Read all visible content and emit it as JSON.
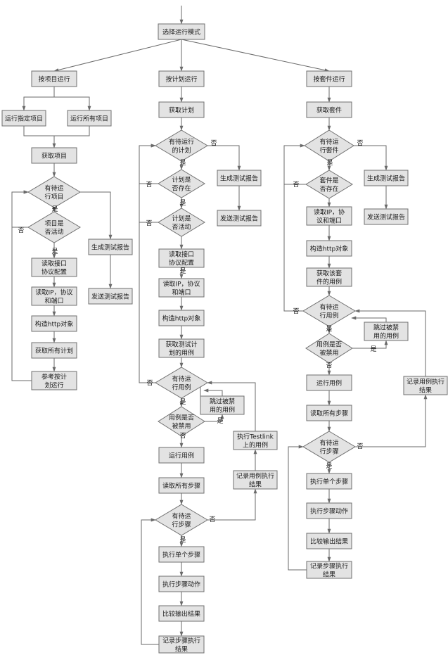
{
  "flowchart": {
    "nodes": {
      "select_mode": [
        "选择运行模式"
      ],
      "by_project": [
        "按项目运行"
      ],
      "by_plan": [
        "按计划运行"
      ],
      "by_suite": [
        "按套件运行"
      ],
      "run_specified_project": [
        "运行指定项目"
      ],
      "run_all_projects": [
        "运行所有项目"
      ],
      "get_project": [
        "获取项目"
      ],
      "has_pending_project": [
        "有待运",
        "行项目"
      ],
      "project_active": [
        "项目是",
        "否活动"
      ],
      "p_read_interface": [
        "读取接口",
        "协议配置"
      ],
      "p_read_ip": [
        "读取IP，协议",
        "和端口"
      ],
      "p_build_http": [
        "构造http对象"
      ],
      "p_get_all_plans": [
        "获取所有计划"
      ],
      "p_run_by_plan": [
        "参考按计",
        "划运行"
      ],
      "p_gen_report": [
        "生成测试报告"
      ],
      "p_send_report": [
        "发送测试报告"
      ],
      "get_plan": [
        "获取计划"
      ],
      "has_pending_plan": [
        "有待运行",
        "的计划"
      ],
      "plan_exists": [
        "计划是",
        "否存在"
      ],
      "plan_active": [
        "计划是",
        "否活动"
      ],
      "m_read_interface": [
        "读取接口",
        "协议配置"
      ],
      "m_read_ip": [
        "读取IP，协议",
        "和端口"
      ],
      "m_build_http": [
        "构造http对象"
      ],
      "m_get_plan_cases": [
        "获取测试计",
        "划的用例"
      ],
      "m_has_pending_case": [
        "有待运",
        "行用例"
      ],
      "m_case_disabled": [
        "用例是否",
        "被禁用"
      ],
      "m_skip_disabled": [
        "跳过被禁",
        "用的用例"
      ],
      "m_run_case": [
        "运行用例"
      ],
      "m_read_all_steps": [
        "读取所有步骤"
      ],
      "m_has_pending_step": [
        "有待运",
        "行步骤"
      ],
      "m_exec_single_step": [
        "执行单个步骤"
      ],
      "m_exec_step_action": [
        "执行步骤动作"
      ],
      "m_compare_output": [
        "比较输出结果"
      ],
      "m_record_step": [
        "记录步骤执行",
        "结果"
      ],
      "m_exec_testlink_case": [
        "执行Testlink",
        "上的用例"
      ],
      "m_record_case": [
        "记录用例执行",
        "结果"
      ],
      "m_gen_report": [
        "生成测试报告"
      ],
      "m_send_report": [
        "发送测试报告"
      ],
      "get_suite": [
        "获取套件"
      ],
      "has_pending_suite": [
        "有待运",
        "行套件"
      ],
      "suite_exists": [
        "套件是",
        "否存在"
      ],
      "s_read_ip": [
        "读取IP，协",
        "议和端口"
      ],
      "s_build_http": [
        "构造http对象"
      ],
      "s_get_suite_cases": [
        "获取该套",
        "件的用例"
      ],
      "s_has_pending_case": [
        "有待运",
        "行用例"
      ],
      "s_case_disabled": [
        "用例是否",
        "被禁用"
      ],
      "s_skip_disabled": [
        "跳过被禁",
        "用的用例"
      ],
      "s_run_case": [
        "运行用例"
      ],
      "s_read_all_steps": [
        "读取所有步骤"
      ],
      "s_has_pending_step": [
        "有待运",
        "行步骤"
      ],
      "s_exec_single_step": [
        "执行单个步骤"
      ],
      "s_exec_step_action": [
        "执行步骤动作"
      ],
      "s_compare_output": [
        "比较输出结果"
      ],
      "s_record_step": [
        "记录步骤执行",
        "结果"
      ],
      "s_record_case": [
        "记录用例执行",
        "结果"
      ],
      "s_gen_report": [
        "生成测试报告"
      ],
      "s_send_report": [
        "发送测试报告"
      ]
    },
    "labels": {
      "yes": "是",
      "no": "否"
    }
  },
  "colors": {
    "node_fill": "#e3e3e3",
    "node_stroke": "#6f6f6f",
    "edge": "#6a6a6a",
    "background": "#ffffff"
  }
}
